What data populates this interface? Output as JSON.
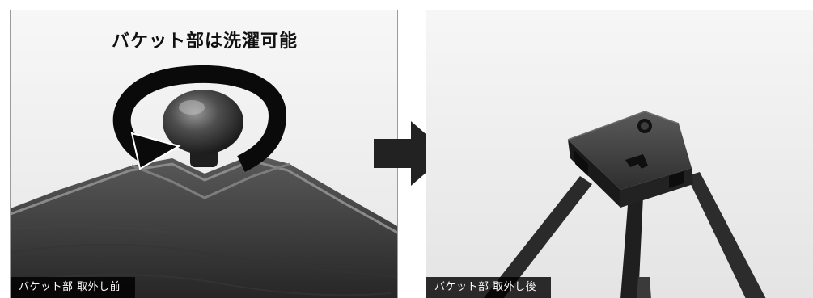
{
  "headline": "バケット部は洗濯可能",
  "panels": {
    "before": {
      "caption": "バケット部 取外し前"
    },
    "after": {
      "caption": "バケット部 取外し後"
    }
  },
  "icons": {
    "rotation": "rotate-cw-icon",
    "next": "arrow-right-icon"
  },
  "colors": {
    "caption_bg": "#1a1a1a",
    "caption_text": "#ffffff",
    "arrow": "#222222",
    "rotation_ring": "#0a0a0a"
  }
}
